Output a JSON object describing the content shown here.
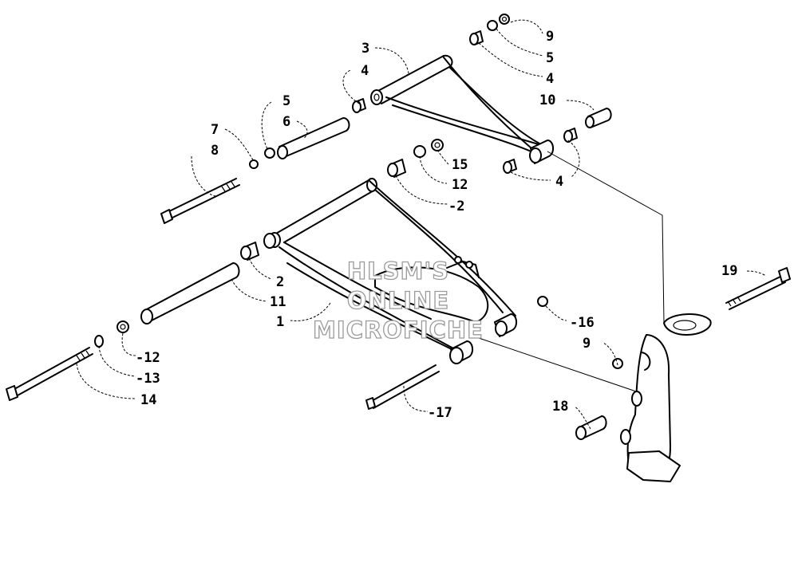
{
  "watermark": {
    "line1": "HLSM'S",
    "line2": "ONLINE",
    "line3": "MICROFICHE"
  },
  "callouts": {
    "c9_top": "9",
    "c5_top": "5",
    "c4_top_right": "4",
    "c3": "3",
    "c4_upper_left": "4",
    "c10": "10",
    "c5_left": "5",
    "c6": "6",
    "c7": "7",
    "c8": "8",
    "c15": "15",
    "c12_upper": "12",
    "c2_upper": "-2",
    "c4_lower_right": "4",
    "c19": "19",
    "c2_lower": "2",
    "c11": "11",
    "c1": "1",
    "c16": "-16",
    "c9_lower": "9",
    "c12_lower": "-12",
    "c13": "-13",
    "c14": "14",
    "c18": "18",
    "c17": "-17"
  },
  "colors": {
    "ink": "#000000",
    "watermark_outline": "#9a9a9a"
  }
}
